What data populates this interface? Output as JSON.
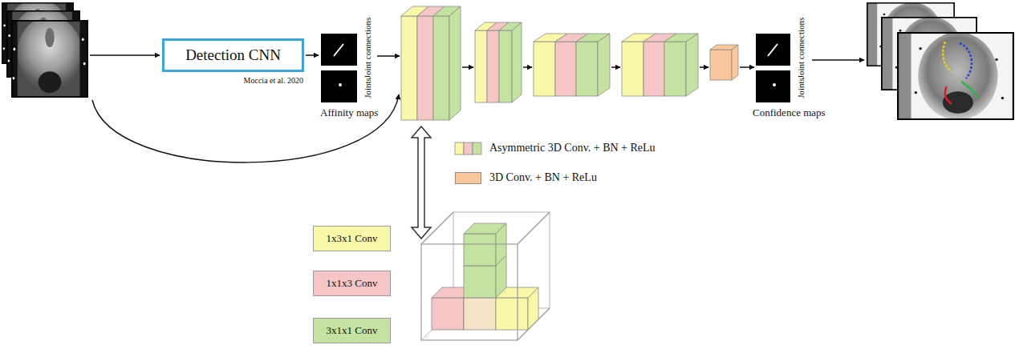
{
  "diagram": {
    "nodes": [
      {
        "text": [
          "Detection CNN"
        ]
      },
      {
        "text": [
          "1x3x1 Conv"
        ]
      },
      {
        "text": [
          "1x1x3 Conv"
        ]
      },
      {
        "text": [
          "3x1x1 Conv"
        ]
      }
    ],
    "labels": [
      "Moccia et al. 2020",
      "Joint connections",
      "Joints",
      "Affinity maps",
      "Joint connections",
      "Joints",
      "Confidence maps"
    ],
    "legend": [
      {
        "text": "Asymmetric 3D Conv. + BN + ReLu"
      },
      {
        "text": "3D Conv. + BN + ReLu",
        "color": "#f9c79b"
      }
    ]
  }
}
